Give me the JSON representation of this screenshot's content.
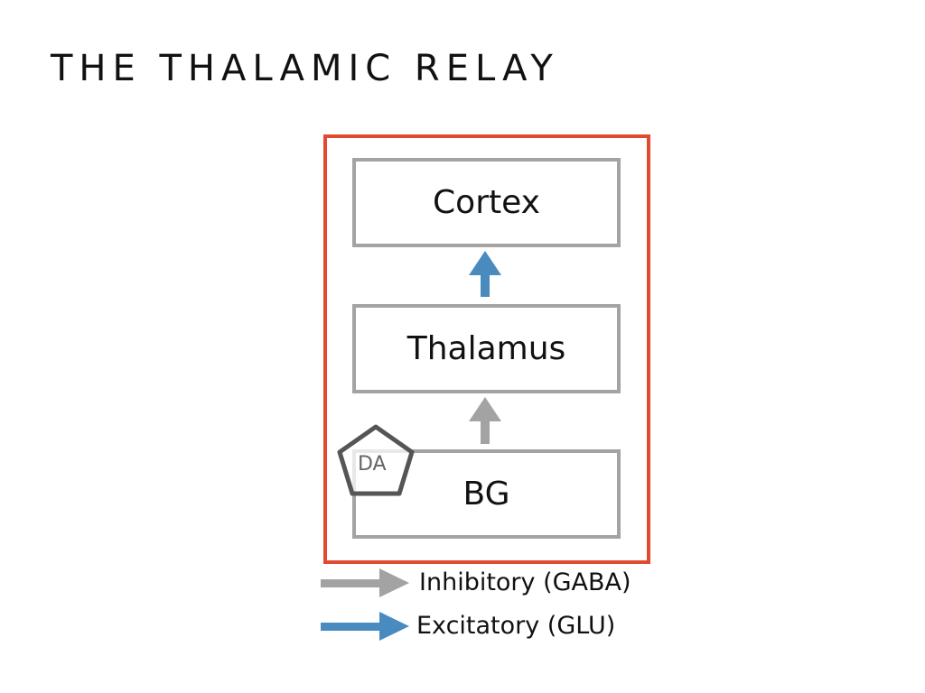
{
  "title": "THE THALAMIC RELAY",
  "nodes": {
    "cortex": "Cortex",
    "thalamus": "Thalamus",
    "bg": "BG"
  },
  "modulator": {
    "label": "DA",
    "shape": "pentagon"
  },
  "connections": [
    {
      "from": "Thalamus",
      "to": "Cortex",
      "type": "excitatory"
    },
    {
      "from": "BG",
      "to": "Thalamus",
      "type": "inhibitory"
    }
  ],
  "legend": {
    "inhibitory": "Inhibitory (GABA)",
    "excitatory": "Excitatory (GLU)"
  },
  "colors": {
    "frame": "#e04a2f",
    "node_border": "#a3a3a3",
    "inhibitory": "#a3a3a3",
    "excitatory": "#4a8bbf",
    "modulator": "#555555"
  }
}
